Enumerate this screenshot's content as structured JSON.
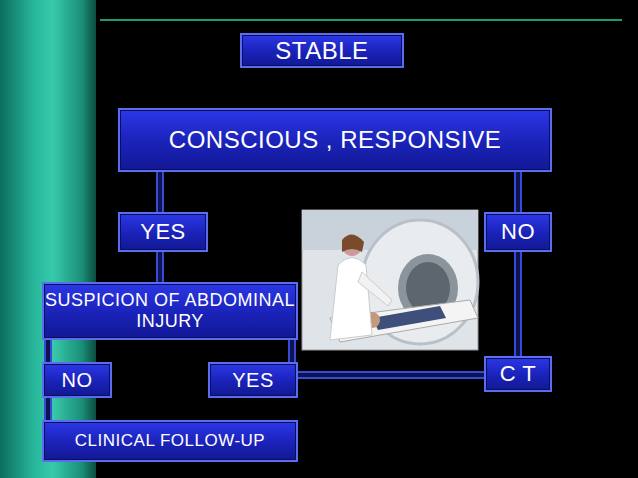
{
  "diagram": {
    "nodes": [
      {
        "text": [
          "STABLE"
        ]
      },
      {
        "text": [
          "CONSCIOUS , RESPONSIVE"
        ]
      },
      {
        "text": [
          "YES"
        ]
      },
      {
        "text": [
          "NO"
        ]
      },
      {
        "text": [
          "SUSPICION OF ABDOMINAL INJURY"
        ]
      },
      {
        "text": [
          "NO"
        ]
      },
      {
        "text": [
          "YES"
        ]
      },
      {
        "text": [
          "C T"
        ]
      },
      {
        "text": [
          "CLINICAL FOLLOW-UP"
        ]
      }
    ],
    "edges": [
      {
        "from": 1,
        "to": 2,
        "arrow": "none"
      },
      {
        "from": 1,
        "to": 3,
        "arrow": "none"
      },
      {
        "from": 2,
        "to": 4,
        "arrow": "none"
      },
      {
        "from": 4,
        "to": 5,
        "arrow": "none"
      },
      {
        "from": 4,
        "to": 6,
        "arrow": "none"
      },
      {
        "from": 5,
        "to": 8,
        "arrow": "none"
      },
      {
        "from": 6,
        "to": 7,
        "arrow": "none"
      },
      {
        "from": 3,
        "to": 7,
        "arrow": "none"
      }
    ]
  }
}
